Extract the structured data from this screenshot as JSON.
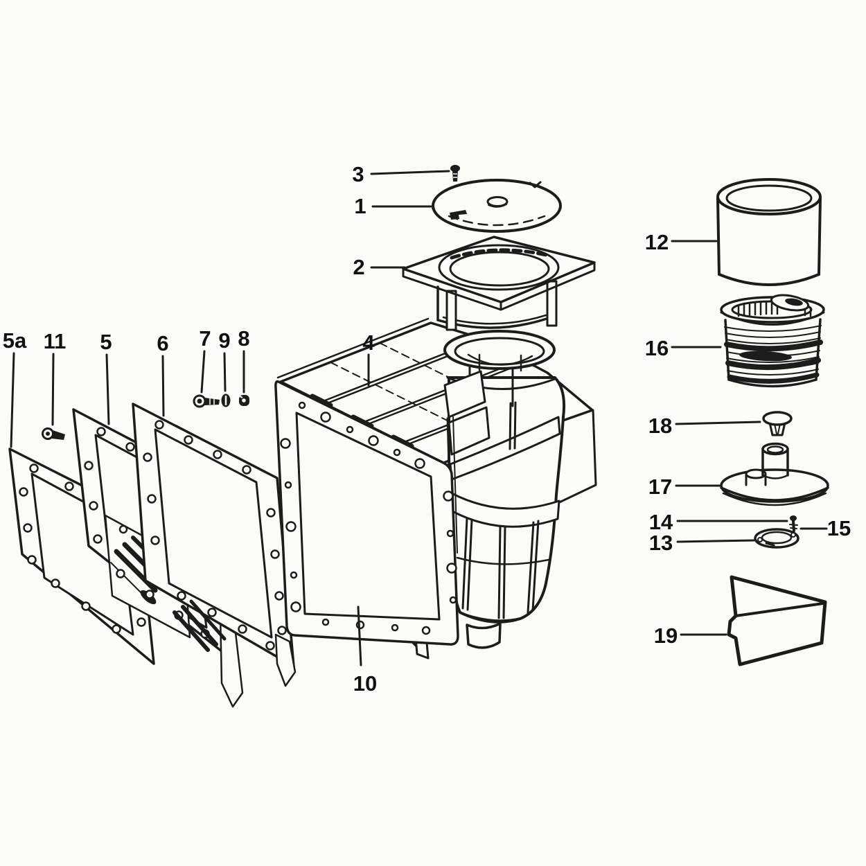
{
  "diagram": {
    "kind": "exploded-parts-line-drawing",
    "background_color": "#fbfbf8",
    "ink_color": "#1c1c1c"
  },
  "labels": [
    {
      "id": "1",
      "text": "1"
    },
    {
      "id": "2",
      "text": "2"
    },
    {
      "id": "3",
      "text": "3"
    },
    {
      "id": "4",
      "text": "4"
    },
    {
      "id": "5a",
      "text": "5a"
    },
    {
      "id": "5",
      "text": "5"
    },
    {
      "id": "6",
      "text": "6"
    },
    {
      "id": "7",
      "text": "7"
    },
    {
      "id": "8",
      "text": "8"
    },
    {
      "id": "9",
      "text": "9"
    },
    {
      "id": "10",
      "text": "10"
    },
    {
      "id": "11",
      "text": "11"
    },
    {
      "id": "12",
      "text": "12"
    },
    {
      "id": "13",
      "text": "13"
    },
    {
      "id": "14",
      "text": "14"
    },
    {
      "id": "15",
      "text": "15"
    },
    {
      "id": "16",
      "text": "16"
    },
    {
      "id": "17",
      "text": "17"
    },
    {
      "id": "18",
      "text": "18"
    },
    {
      "id": "19",
      "text": "19"
    }
  ]
}
